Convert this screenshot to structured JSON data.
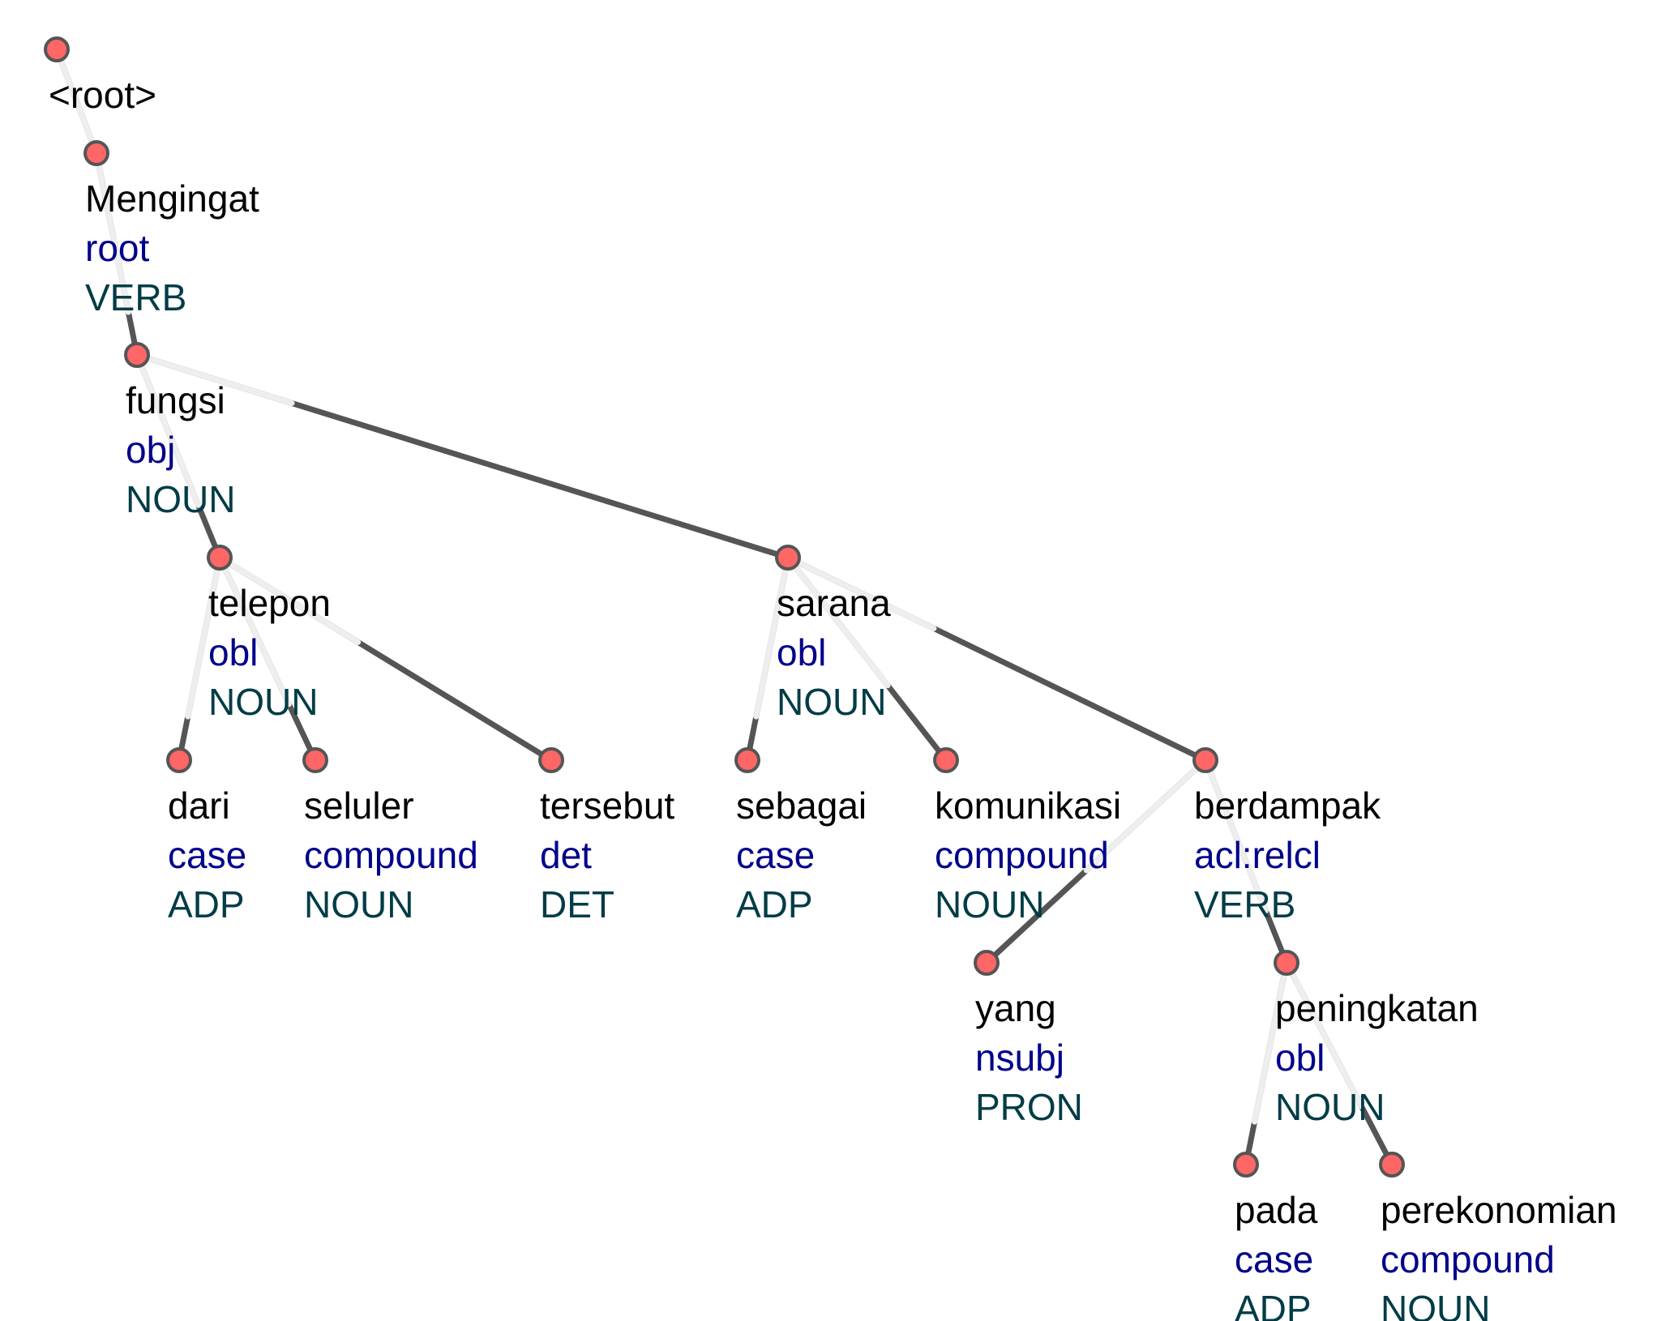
{
  "colors": {
    "node_fill": "#ff6666",
    "node_stroke": "#555555",
    "edge_dark": "#555555",
    "edge_light": "#eeeeee",
    "form_text": "#000000",
    "deprel_text": "#00008b",
    "upos_text": "#003c46"
  },
  "tree": {
    "root_label": "<root>",
    "tokens": [
      {
        "id": "mengingat",
        "form": "Mengingat",
        "deprel": "root",
        "upos": "VERB",
        "head": "root"
      },
      {
        "id": "fungsi",
        "form": "fungsi",
        "deprel": "obj",
        "upos": "NOUN",
        "head": "mengingat"
      },
      {
        "id": "telepon",
        "form": "telepon",
        "deprel": "obl",
        "upos": "NOUN",
        "head": "fungsi"
      },
      {
        "id": "sarana",
        "form": "sarana",
        "deprel": "obl",
        "upos": "NOUN",
        "head": "fungsi"
      },
      {
        "id": "dari",
        "form": "dari",
        "deprel": "case",
        "upos": "ADP",
        "head": "telepon"
      },
      {
        "id": "seluler",
        "form": "seluler",
        "deprel": "compound",
        "upos": "NOUN",
        "head": "telepon"
      },
      {
        "id": "tersebut",
        "form": "tersebut",
        "deprel": "det",
        "upos": "DET",
        "head": "telepon"
      },
      {
        "id": "sebagai",
        "form": "sebagai",
        "deprel": "case",
        "upos": "ADP",
        "head": "sarana"
      },
      {
        "id": "komunikasi",
        "form": "komunikasi",
        "deprel": "compound",
        "upos": "NOUN",
        "head": "sarana"
      },
      {
        "id": "berdampak",
        "form": "berdampak",
        "deprel": "acl:relcl",
        "upos": "VERB",
        "head": "sarana"
      },
      {
        "id": "yang",
        "form": "yang",
        "deprel": "nsubj",
        "upos": "PRON",
        "head": "berdampak"
      },
      {
        "id": "peningkatan",
        "form": "peningkatan",
        "deprel": "obl",
        "upos": "NOUN",
        "head": "berdampak"
      },
      {
        "id": "pada",
        "form": "pada",
        "deprel": "case",
        "upos": "ADP",
        "head": "peningkatan"
      },
      {
        "id": "perekonomian",
        "form": "perekonomian",
        "deprel": "compound",
        "upos": "NOUN",
        "head": "peningkatan"
      }
    ]
  }
}
